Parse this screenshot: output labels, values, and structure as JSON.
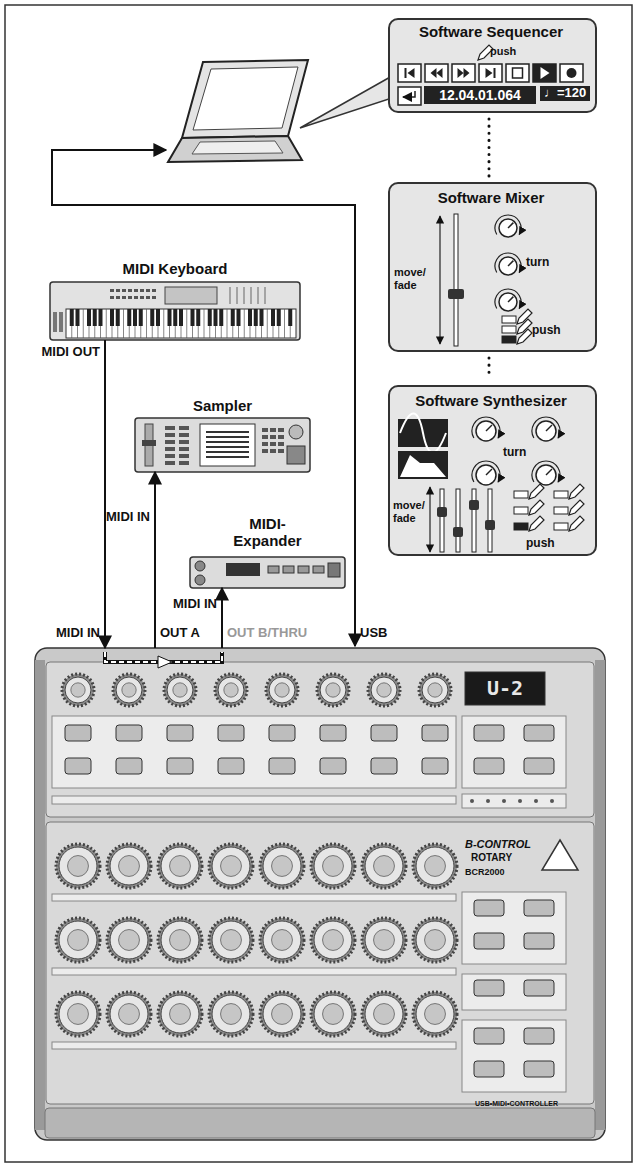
{
  "diagram": {
    "nodes": [
      {
        "text": [
          "Software Sequencer",
          "push",
          "12.04.01.064",
          "♩=120"
        ]
      },
      {
        "text": [
          "Software Mixer",
          "move/ fade",
          "turn",
          "push"
        ]
      },
      {
        "text": [
          "Software Synthesizer",
          "turn",
          "move/ fade",
          "push"
        ]
      },
      {
        "text": [
          "MIDI Keyboard",
          "MIDI OUT"
        ]
      },
      {
        "text": [
          "Sampler",
          "MIDI IN"
        ]
      },
      {
        "text": [
          "MIDI- Expander",
          "MIDI IN"
        ]
      },
      {
        "text": [
          "MIDI IN",
          "OUT A",
          "OUT B/THRU",
          "USB",
          "U-2",
          "B-CONTROL",
          "ROTARY",
          "BCR2000",
          "USB•MIDI•CONTROLLER"
        ]
      }
    ],
    "edges": [
      {
        "from": 3,
        "to": 6,
        "arrow": "to"
      },
      {
        "from": 6,
        "to": 4,
        "arrow": "to"
      },
      {
        "from": 6,
        "to": 5,
        "arrow": "to"
      },
      {
        "from": 0,
        "to": 1,
        "arrow": "none"
      },
      {
        "from": 1,
        "to": 2,
        "arrow": "none"
      }
    ]
  }
}
